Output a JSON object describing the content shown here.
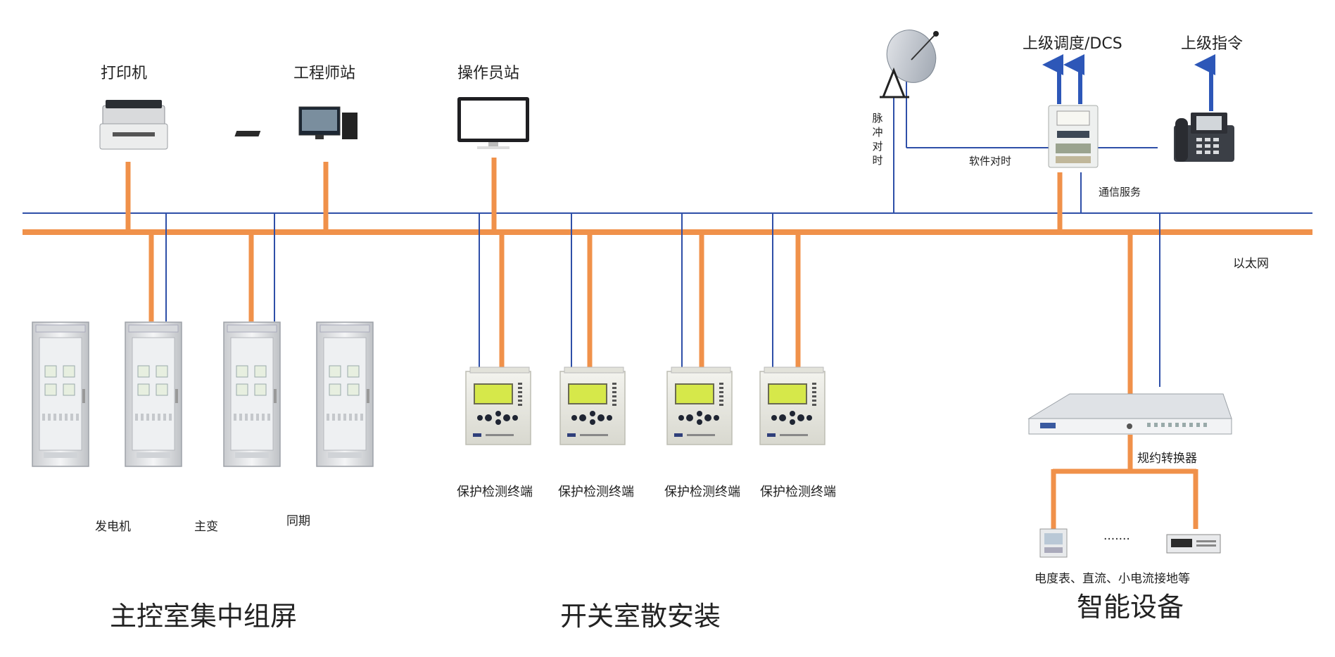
{
  "top_labels": {
    "printer": "打印机",
    "engineer_station": "工程师站",
    "operator_station": "操作员站",
    "upper_dispatch": "上级调度/DCS",
    "upper_command": "上级指令"
  },
  "timing": {
    "pulse_sync": "脉冲对时",
    "software_sync": "软件对时",
    "comm_service": "通信服务"
  },
  "network_label": "以太网",
  "cabinet_labels": {
    "generator": "发电机",
    "main_transformer": "主变",
    "synchronization": "同期"
  },
  "terminals": [
    {
      "label": "保护检测终端"
    },
    {
      "label": "保护检测终端"
    },
    {
      "label": "保护检测终端"
    },
    {
      "label": "保护检测终端"
    }
  ],
  "protocol_converter": "规约转换器",
  "ellipsis": ".......",
  "smart_devices_desc": "电度表、直流、小电流接地等",
  "sections": {
    "main_control": "主控室集中组屏",
    "switch_room": "开关室散安装",
    "smart_devices": "智能设备"
  },
  "colors": {
    "orange_bus": "#F0914A",
    "blue_line": "#2E4FA8",
    "arrow_blue": "#2D57B8"
  },
  "icons": [
    "printer-icon",
    "engineer-workstation-icon",
    "monitor-icon",
    "satellite-dish-icon",
    "comm-gateway-icon",
    "telephone-icon",
    "cabinet-icon",
    "protection-terminal-icon",
    "protocol-converter-icon",
    "meter-icon",
    "rack-device-icon"
  ]
}
